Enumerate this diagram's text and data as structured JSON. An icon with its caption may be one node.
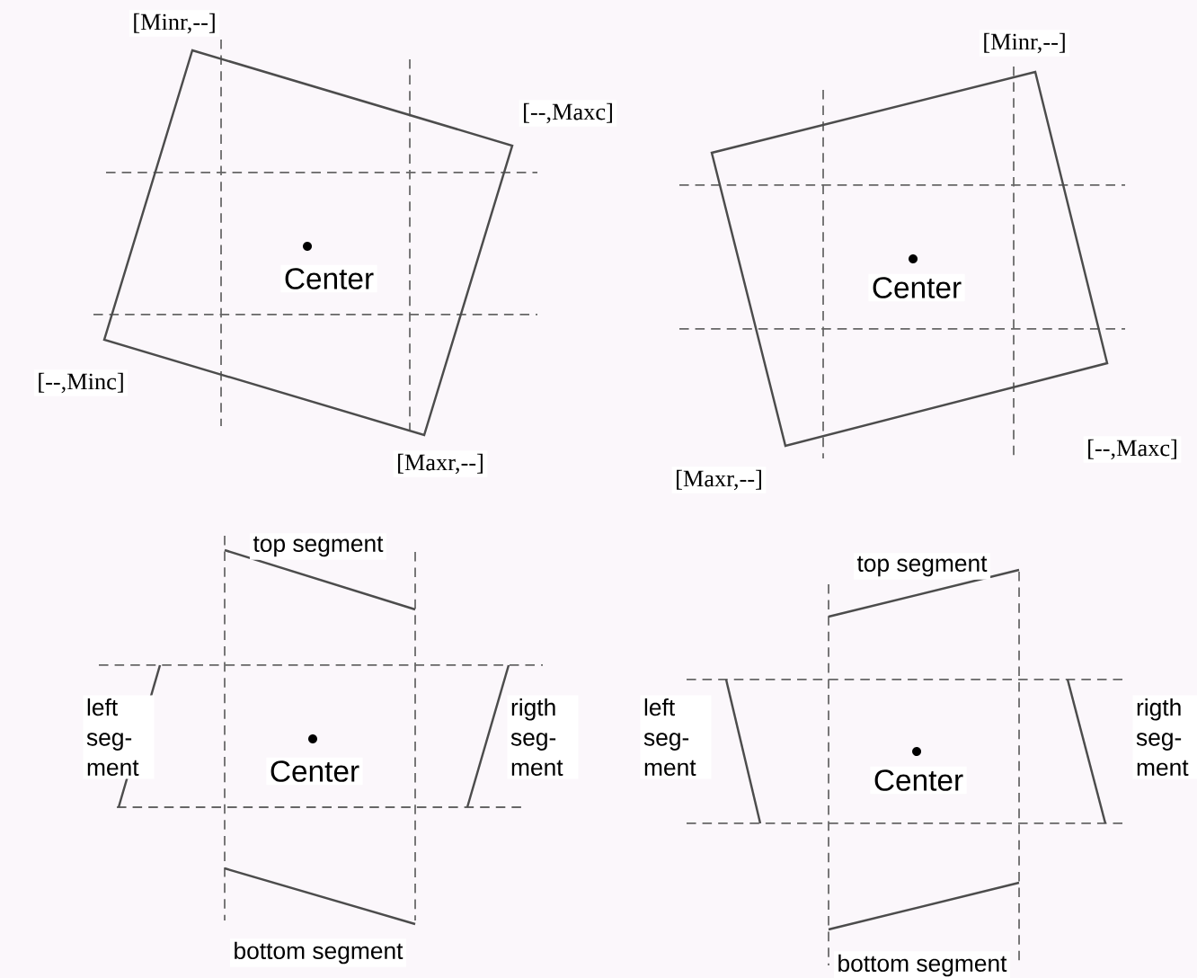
{
  "diagram": {
    "labels": [
      "[Minr,--]",
      "[Minr,--]",
      "[--,Maxc]",
      "Center",
      "Center",
      "[--,Minc]",
      "[--,Maxc]",
      "[Maxr,--]",
      "[Maxr,--]",
      "top segment",
      "top segment",
      "left seg- ment",
      "Center",
      "rigth seg- ment",
      "left seg- ment",
      "Center",
      "rigth seg- ment",
      "bottom segment",
      "bottom segment"
    ]
  }
}
